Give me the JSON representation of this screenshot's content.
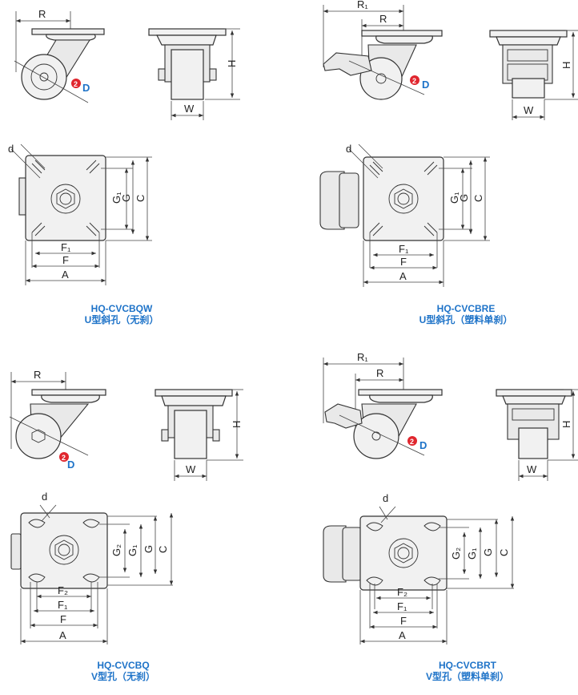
{
  "colors": {
    "accent": "#1e73c8",
    "badge": "#e0262e",
    "line": "#333333",
    "fill": "#f1f1f1"
  },
  "labels": {
    "R": "R",
    "R1": "R₁",
    "H": "H",
    "W": "W",
    "D": "D",
    "d": "d",
    "A": "A",
    "F": "F",
    "F1": "F₁",
    "F2": "F₂",
    "C": "C",
    "G": "G",
    "G1": "G₁",
    "G2": "G₂",
    "badge_number": "2"
  },
  "products": [
    {
      "model": "HQ-CVCBQW",
      "description": "U型斜孔（无刹）"
    },
    {
      "model": "HQ-CVCBRE",
      "description": "U型斜孔（塑料单刹）"
    },
    {
      "model": "HQ-CVCBQ",
      "description": "V型孔（无刹）"
    },
    {
      "model": "HQ-CVCBRT",
      "description": "V型孔（塑料单刹）"
    }
  ]
}
